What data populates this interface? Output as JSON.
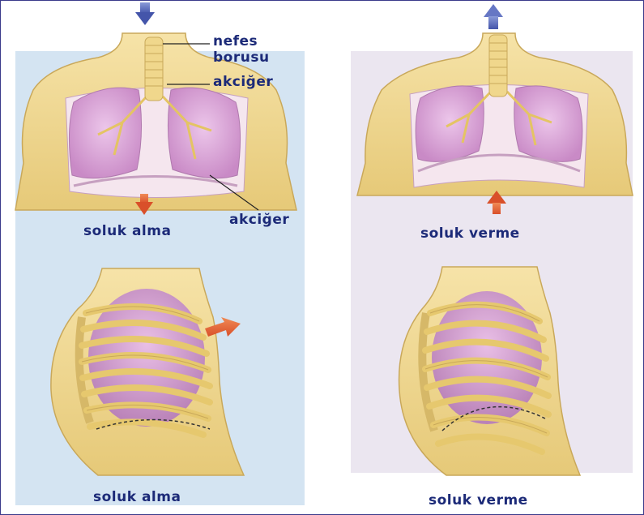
{
  "labels": {
    "nefes_borusu_line1": "nefes",
    "nefes_borusu_line2": "borusu",
    "akciger_top": "akciğer",
    "akciger_bottom": "akciğer",
    "inhale_top": "soluk alma",
    "exhale_top": "soluk verme",
    "inhale_bottom": "soluk alma",
    "exhale_bottom": "soluk verme"
  },
  "colors": {
    "label_text": "#1c2a78",
    "left_panel_bg": "#d4e4f2",
    "right_panel_bg": "#ebe6f0",
    "skin": "#f3dc9a",
    "lung": "#d9a3d6",
    "arrow_blue": "#5566bb",
    "arrow_orange": "#e8663a"
  }
}
